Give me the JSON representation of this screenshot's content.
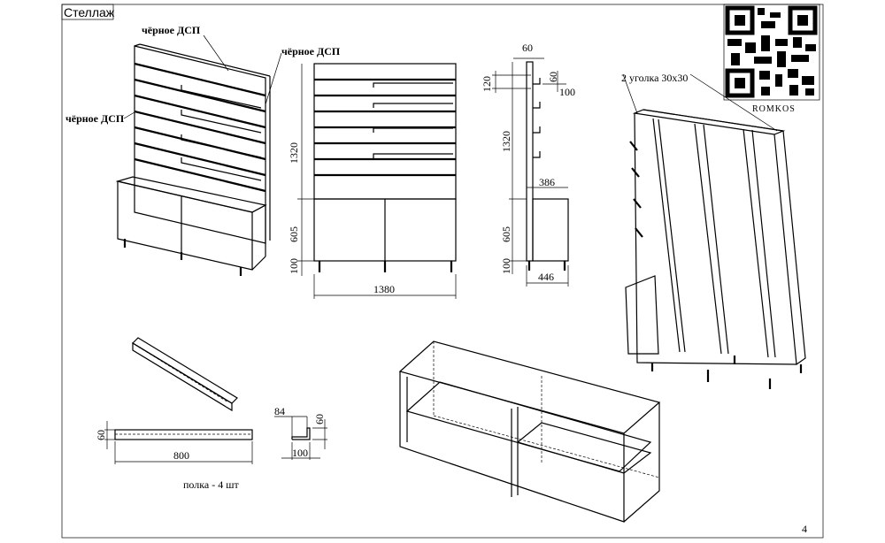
{
  "title": "Стеллаж",
  "page_number": "4",
  "labels": {
    "black_chipboard_top": "чёрное ДСП",
    "black_chipboard_right": "чёрное ДСП",
    "black_chipboard_left": "чёрное ДСП",
    "angles": "2 уголка 30х30",
    "qr_caption": "ROMKOS",
    "shelf_caption": "полка  - 4 шт"
  },
  "front_view_dims": {
    "panel_height": "1320",
    "cabinet_height": "605",
    "leg_height": "100",
    "width": "1380"
  },
  "side_view_dims": {
    "post_width": "60",
    "hook_spacing": "120",
    "hook_height": "60",
    "hook_depth": "100",
    "panel_height": "1320",
    "cabinet_top_depth": "386",
    "cabinet_height": "605",
    "leg_height": "100",
    "depth": "446"
  },
  "shelf_dims": {
    "height": "60",
    "length": "800",
    "lip": "84",
    "lip_height": "60",
    "depth": "100"
  }
}
